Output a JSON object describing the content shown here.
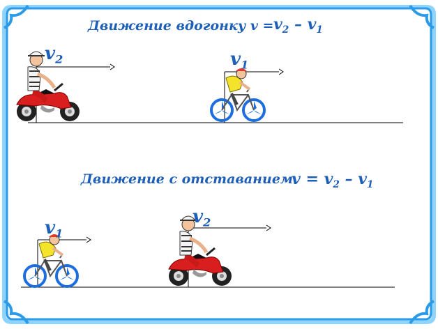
{
  "colors": {
    "accent": "#1d5fb8",
    "frame": "#2b9be8",
    "frame_shadow": "#8fd4ff",
    "line": "#000000"
  },
  "scene1": {
    "title": "Движение вдогонку v =",
    "formula": {
      "v": "v",
      "s1": "2",
      "minus": "–",
      "v2": "v",
      "s2": "1"
    },
    "moto_label": {
      "v": "v",
      "sub": "2"
    },
    "bike_label": {
      "v": "v",
      "sub": "1"
    }
  },
  "scene2": {
    "title": "Движение с отставанием",
    "formula": {
      "v": "v",
      "eq": "=",
      "v1": "v",
      "s1": "2",
      "minus": "–",
      "v2": "v",
      "s2": "1"
    },
    "bike_label": {
      "v": "v",
      "sub": "1"
    },
    "moto_label": {
      "v": "v",
      "sub": "2"
    }
  },
  "icons": [
    "motorcycle-rider-icon",
    "bicycle-rider-icon"
  ]
}
